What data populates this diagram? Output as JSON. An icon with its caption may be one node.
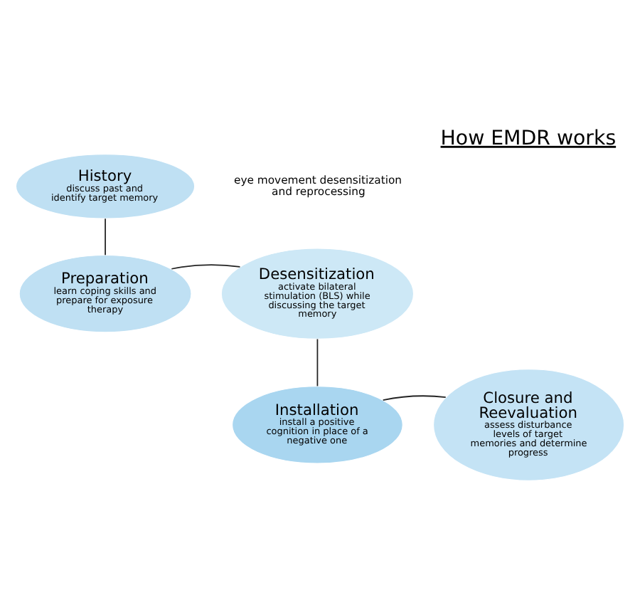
{
  "diagram": {
    "title": "How EMDR works",
    "nodes": [
      {
        "text": [
          "History",
          "discuss past and identify target memory"
        ]
      },
      {
        "text": [
          "Preparation",
          "learn coping skills and prepare for exposure therapy"
        ]
      },
      {
        "text": [
          "Desensitization",
          "activate bilateral stimulation (BLS) while discussing the target memory"
        ]
      },
      {
        "text": [
          "Installation",
          "install a positive cognition in place of a negative one"
        ]
      },
      {
        "text": [
          "Closure and Reevaluation",
          "assess disturbance levels of target memories and determine progress"
        ]
      }
    ],
    "edges": [
      {
        "from": 0,
        "to": 1,
        "arrow": "none"
      },
      {
        "from": 1,
        "to": 2,
        "arrow": "none"
      },
      {
        "from": 2,
        "to": 3,
        "arrow": "none"
      },
      {
        "from": 3,
        "to": 4,
        "arrow": "none"
      }
    ],
    "labels": [
      "eye movement desensitization and reprocessing"
    ]
  }
}
